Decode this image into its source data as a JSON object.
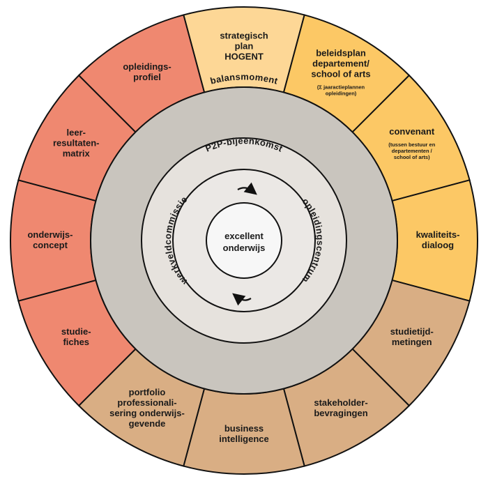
{
  "colors": {
    "ring_outer": "#c9c5be",
    "ring_middle": "#e6e2dd",
    "ring_inner": "#ebe8e5",
    "center": "#f7f7f7",
    "stroke": "#111111"
  },
  "segments": [
    {
      "lines": [
        "strategisch",
        "plan",
        "HOGENT"
      ],
      "small": [],
      "color": "#fdd796"
    },
    {
      "lines": [
        "beleidsplan",
        "departement/",
        "school of arts"
      ],
      "small": [
        "(Σ jaaractieplannen",
        "opleidingen)"
      ],
      "color": "#fcc865"
    },
    {
      "lines": [
        "convenant"
      ],
      "small": [
        "(tussen bestuur en",
        "departementen /",
        "school of arts)"
      ],
      "color": "#fcc865"
    },
    {
      "lines": [
        "kwaliteits-",
        "dialoog"
      ],
      "small": [],
      "color": "#fcc865"
    },
    {
      "lines": [
        "studietijd-",
        "metingen"
      ],
      "small": [],
      "color": "#d9ae84"
    },
    {
      "lines": [
        "stakeholder-",
        "bevragingen"
      ],
      "small": [],
      "color": "#d9ae84"
    },
    {
      "lines": [
        "business",
        "intelligence"
      ],
      "small": [],
      "color": "#d9ae84"
    },
    {
      "lines": [
        "portfolio",
        "professionali-",
        "sering onderwijs-",
        "gevende"
      ],
      "small": [],
      "color": "#d9ae84"
    },
    {
      "lines": [
        "studie-",
        "fiches"
      ],
      "small": [],
      "color": "#ef8870"
    },
    {
      "lines": [
        "onderwijs-",
        "concept"
      ],
      "small": [],
      "color": "#ef8870"
    },
    {
      "lines": [
        "leer-",
        "resultaten-",
        "matrix"
      ],
      "small": [],
      "color": "#ef8870"
    },
    {
      "lines": [
        "opleidings-",
        "profiel"
      ],
      "small": [],
      "color": "#ef8870"
    }
  ],
  "rings": {
    "balansmoment": "balansmoment",
    "p2p": "P2P-bijeenkomst",
    "werkveld": "werkveldcommissie",
    "opleidings": "opleidingscentrum"
  },
  "center": {
    "line1": "excellent",
    "line2": "onderwijs"
  }
}
